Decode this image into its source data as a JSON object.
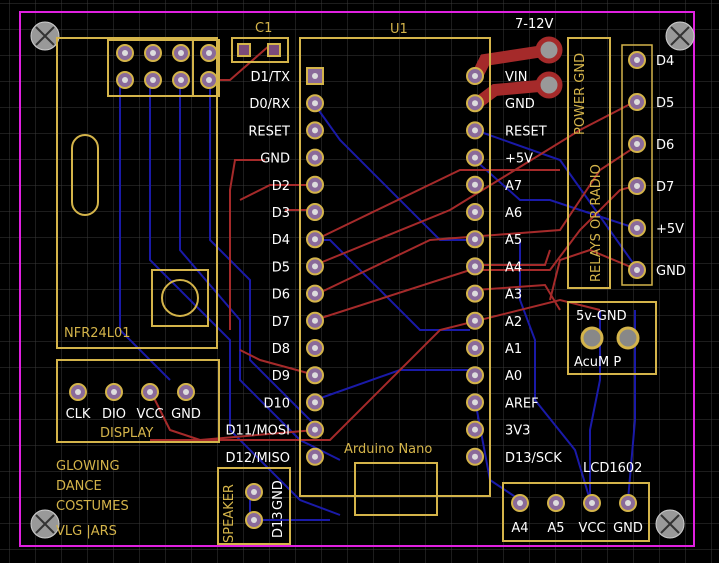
{
  "colors": {
    "background": "#000000",
    "grid": "#3a3a3a",
    "board_outline": "#e020e0",
    "silkscreen": "#d4b44a",
    "top_copper": "#a52a2a",
    "bottom_copper": "#1a1aa8",
    "pad": "#7a4a7a",
    "pad_outline": "#d4b44a"
  },
  "components": {
    "c1": "C1",
    "u1": "U1",
    "arduino_name": "Arduino Nano",
    "nrf_name": "NFR24L01",
    "display_name": "DISPLAY",
    "lcd_name": "LCD1602",
    "speaker_name": "SPEAKER",
    "power_header": "5v-GND",
    "power_header_sub": "AcuM  P",
    "relays_label": "RELAYS OR RADIO",
    "power_gnd_label": "POWER GND",
    "input_voltage": "7-12V"
  },
  "arduino_left_pins": [
    "D1/TX",
    "D0/RX",
    "RESET",
    "GND",
    "D2",
    "D3",
    "D4",
    "D5",
    "D6",
    "D7",
    "D8",
    "D9",
    "D10",
    "D11/MOSI",
    "D12/MISO"
  ],
  "arduino_right_pins": [
    "VIN",
    "GND",
    "RESET",
    "+5V",
    "A7",
    "A6",
    "A5",
    "A4",
    "A3",
    "A2",
    "A1",
    "A0",
    "AREF",
    "3V3",
    "D13/SCK"
  ],
  "relay_pins": [
    "D4",
    "D5",
    "D6",
    "D7",
    "+5V",
    "GND"
  ],
  "display_pins": [
    "CLK",
    "DIO",
    "VCC",
    "GND"
  ],
  "lcd_pins": [
    "A4",
    "A5",
    "VCC",
    "GND"
  ],
  "speaker_pins": [
    "GND",
    "D13"
  ],
  "board_title": [
    "GLOWING",
    "DANCE",
    "COSTUMES",
    "VLG  |ARS"
  ]
}
